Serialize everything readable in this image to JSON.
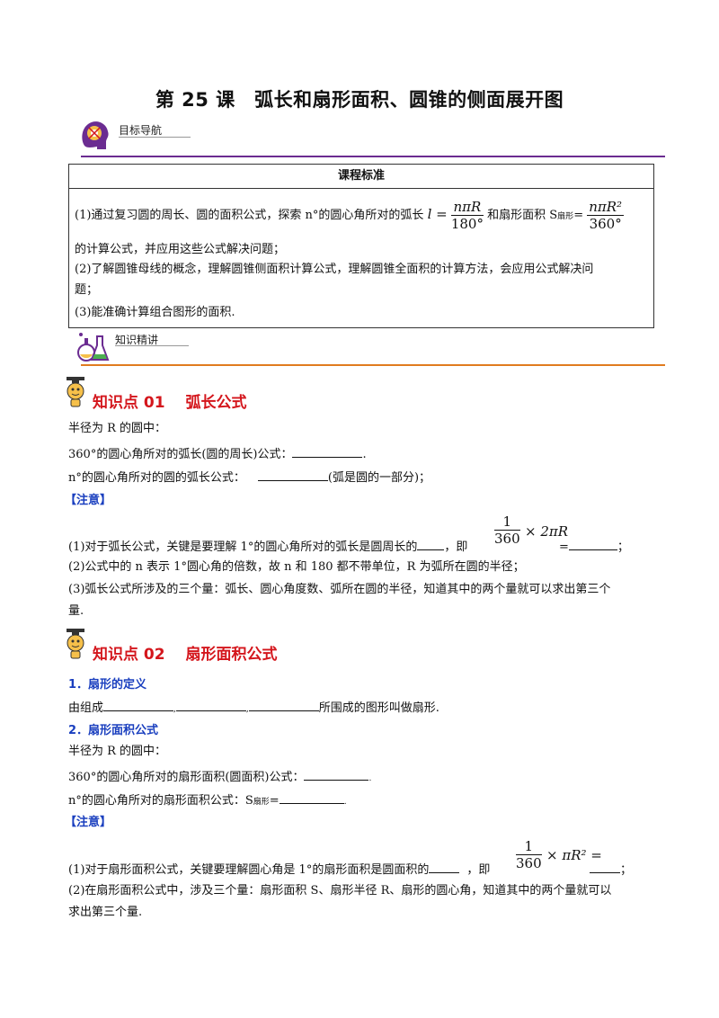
{
  "title": "第 25 课　弧长和扇形面积、圆锥的侧面展开图",
  "nav1_label": "目标导航",
  "nav2_label": "知识精讲",
  "standard": {
    "heading": "课程标准",
    "line1_pre": "(1)通过复习圆的周长、圆的面积公式，探索 n°的圆心角所对的弧长",
    "l_eq": "l =",
    "frac1_num": "nπR",
    "frac1_den": "180°",
    "line1_mid": "和扇形面积 S",
    "sub_sector": "扇形",
    "eq": "=",
    "frac2_num": "nπR²",
    "frac2_den": "360°",
    "line2": "的计算公式，并应用这些公式解决问题；",
    "line3": "(2)了解圆锥母线的概念，理解圆锥侧面积计算公式，理解圆锥全面积的计算方法，会应用公式解决问",
    "line4": "题；",
    "line5": "(3)能准确计算组合图形的面积."
  },
  "kp1": {
    "heading": "知识点 01　 弧长公式",
    "l1": "半径为 R 的圆中：",
    "l2": "360°的圆心角所对的弧长(圆的周长)公式：",
    "l2_end": ".",
    "l3": "n°的圆心角所对的圆的弧长公式：",
    "l3_end": "(弧是圆的一部分)；",
    "note": "【注意】",
    "frac_num": "1",
    "frac_den": "360",
    "frac_tail": "× 2πR",
    "n1_pre": "(1)对于弧长公式，关键是要理解 1°的圆心角所对的弧长是圆周长的",
    "n1_mid": "，即",
    "n1_eq": "=",
    "n1_end": "；",
    "n2": "(2)公式中的 n 表示 1°圆心角的倍数，故 n 和 180 都不带单位，R 为弧所在圆的半径；",
    "n3": "(3)弧长公式所涉及的三个量：弧长、圆心角度数、弧所在圆的半径，知道其中的两个量就可以求出第三个",
    "n3b": "量."
  },
  "kp2": {
    "heading": "知识点 02　 扇形面积公式",
    "s1": "1．扇形的定义",
    "d1_pre": "由组成",
    "d1_sep": ",",
    "d1_end": "所围成的图形叫做扇形.",
    "s2": "2．扇形面积公式",
    "l1": "半径为 R 的圆中：",
    "l2": "360°的圆心角所对的扇形面积(圆面积)公式：",
    "l2_end": ".",
    "l3": "n°的圆心角所对的扇形面积公式：S",
    "l3_sub": "扇形",
    "l3_eq": "=",
    "l3_end": ".",
    "note": "【注意】",
    "frac_num": "1",
    "frac_den": "360",
    "frac_tail": "× πR² =",
    "n1_pre": "(1)对于扇形面积公式，关键要理解圆心角是 1°的扇形面积是圆面积的",
    "n1_mid": "，即",
    "n1_end": "；",
    "n2": "(2)在扇形面积公式中，涉及三个量：扇形面积 S、扇形半径 R、扇形的圆心角，知道其中的两个量就可以",
    "n2b": "求出第三个量."
  },
  "colors": {
    "purple": "#6b2c91",
    "orange": "#e07b1f",
    "red": "#d4161c",
    "blue": "#1a3fbf"
  }
}
